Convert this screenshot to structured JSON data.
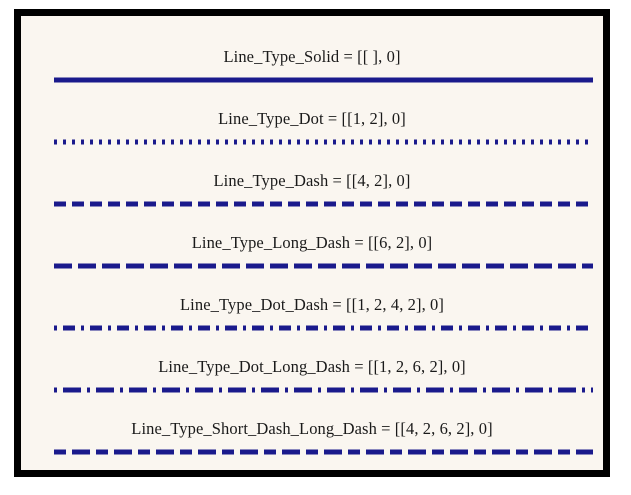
{
  "figure": {
    "background_color": "#faf6f0",
    "border_color": "#000000",
    "line_color": "#1a1a8c",
    "rows": [
      {
        "name": "solid",
        "label": "Line_Type_Solid = [[ ], 0]",
        "pattern_name": "Line_Type_Solid",
        "pattern_value": "[[ ], 0]",
        "dash_array": "",
        "dash_spec": [],
        "offset": 0
      },
      {
        "name": "dot",
        "label": "Line_Type_Dot = [[1, 2], 0]",
        "pattern_name": "Line_Type_Dot",
        "pattern_value": "[[1, 2], 0]",
        "dash_array": "3 6",
        "dash_spec": [
          1,
          2
        ],
        "offset": 0
      },
      {
        "name": "dash",
        "label": "Line_Type_Dash = [[4, 2], 0]",
        "pattern_name": "Line_Type_Dash",
        "pattern_value": "[[4, 2], 0]",
        "dash_array": "12 6",
        "dash_spec": [
          4,
          2
        ],
        "offset": 0
      },
      {
        "name": "long-dash",
        "label": "Line_Type_Long_Dash = [[6, 2], 0]",
        "pattern_name": "Line_Type_Long_Dash",
        "pattern_value": "[[6, 2], 0]",
        "dash_array": "18 6",
        "dash_spec": [
          6,
          2
        ],
        "offset": 0
      },
      {
        "name": "dot-dash",
        "label": "Line_Type_Dot_Dash = [[1, 2, 4, 2], 0]",
        "pattern_name": "Line_Type_Dot_Dash",
        "pattern_value": "[[1, 2, 4, 2], 0]",
        "dash_array": "3 6 12 6",
        "dash_spec": [
          1,
          2,
          4,
          2
        ],
        "offset": 0
      },
      {
        "name": "dot-long-dash",
        "label": "Line_Type_Dot_Long_Dash = [[1, 2, 6, 2], 0]",
        "pattern_name": "Line_Type_Dot_Long_Dash",
        "pattern_value": "[[1, 2, 6, 2], 0]",
        "dash_array": "3 6 18 6",
        "dash_spec": [
          1,
          2,
          6,
          2
        ],
        "offset": 0
      },
      {
        "name": "short-dash-long-dash",
        "label": "Line_Type_Short_Dash_Long_Dash = [[4, 2, 6, 2], 0]",
        "pattern_name": "Line_Type_Short_Dash_Long_Dash",
        "pattern_value": "[[4, 2, 6, 2], 0]",
        "dash_array": "12 6 18 6",
        "dash_spec": [
          4,
          2,
          6,
          2
        ],
        "offset": 0
      }
    ]
  }
}
